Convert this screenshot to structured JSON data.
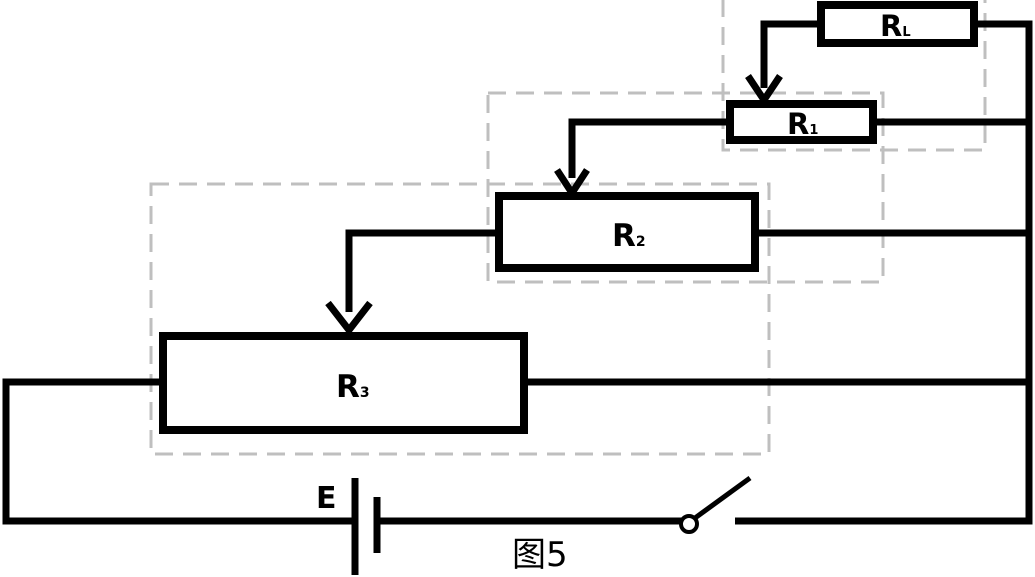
{
  "figure": {
    "caption": "图5"
  },
  "labels": {
    "RL": {
      "main": "R",
      "sub": "L"
    },
    "R1": {
      "main": "R",
      "sub": "1"
    },
    "R2": {
      "main": "R",
      "sub": "2"
    },
    "R3": {
      "main": "R",
      "sub": "3"
    },
    "E": "E"
  },
  "colors": {
    "wire": "#000000",
    "group_outline": "#bfbfbf"
  }
}
